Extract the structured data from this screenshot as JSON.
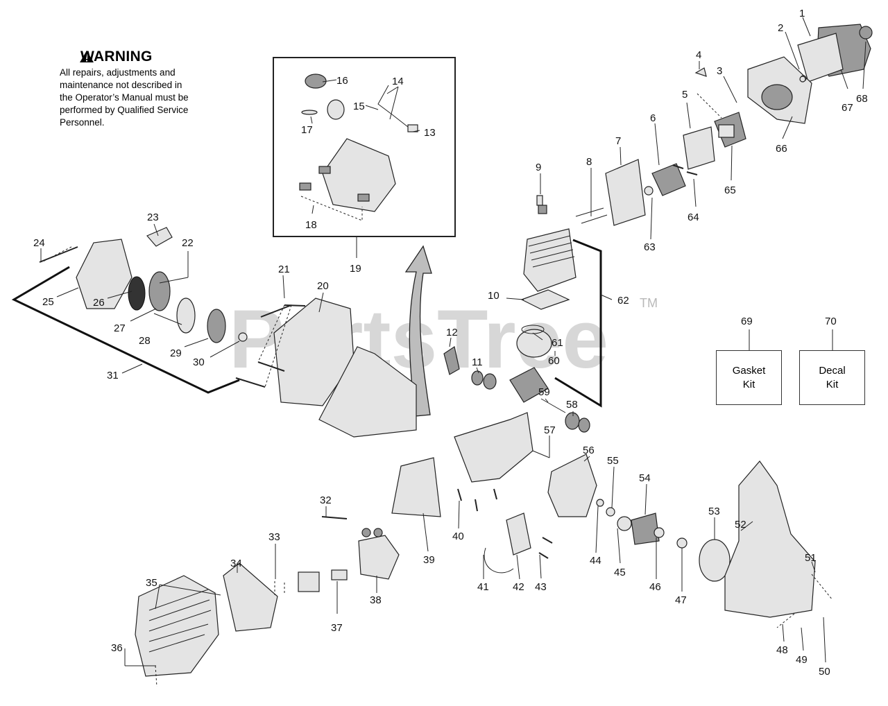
{
  "warning": {
    "title": "WARNING",
    "text": "All repairs, adjustments and\nmaintenance not described in\nthe Operator’s Manual must be\nperformed by Qualified Service\nPersonnel."
  },
  "watermark": {
    "text": "PartsTree",
    "tm": "TM"
  },
  "kits": [
    {
      "number": "69",
      "label": "Gasket\nKit"
    },
    {
      "number": "70",
      "label": "Decal\nKit"
    }
  ],
  "parts": [
    "1",
    "2",
    "3",
    "4",
    "5",
    "6",
    "7",
    "8",
    "9",
    "10",
    "11",
    "12",
    "13",
    "14",
    "15",
    "16",
    "17",
    "18",
    "19",
    "20",
    "21",
    "22",
    "23",
    "24",
    "25",
    "26",
    "27",
    "28",
    "29",
    "30",
    "31",
    "33",
    "32",
    "34",
    "35",
    "36",
    "37",
    "38",
    "39",
    "40",
    "41",
    "42",
    "43",
    "44",
    "45",
    "46",
    "47",
    "48",
    "49",
    "50",
    "51",
    "52",
    "53",
    "54",
    "55",
    "56",
    "57",
    "58",
    "59",
    "60",
    "61",
    "62",
    "63",
    "64",
    "65",
    "66",
    "67",
    "68"
  ]
}
